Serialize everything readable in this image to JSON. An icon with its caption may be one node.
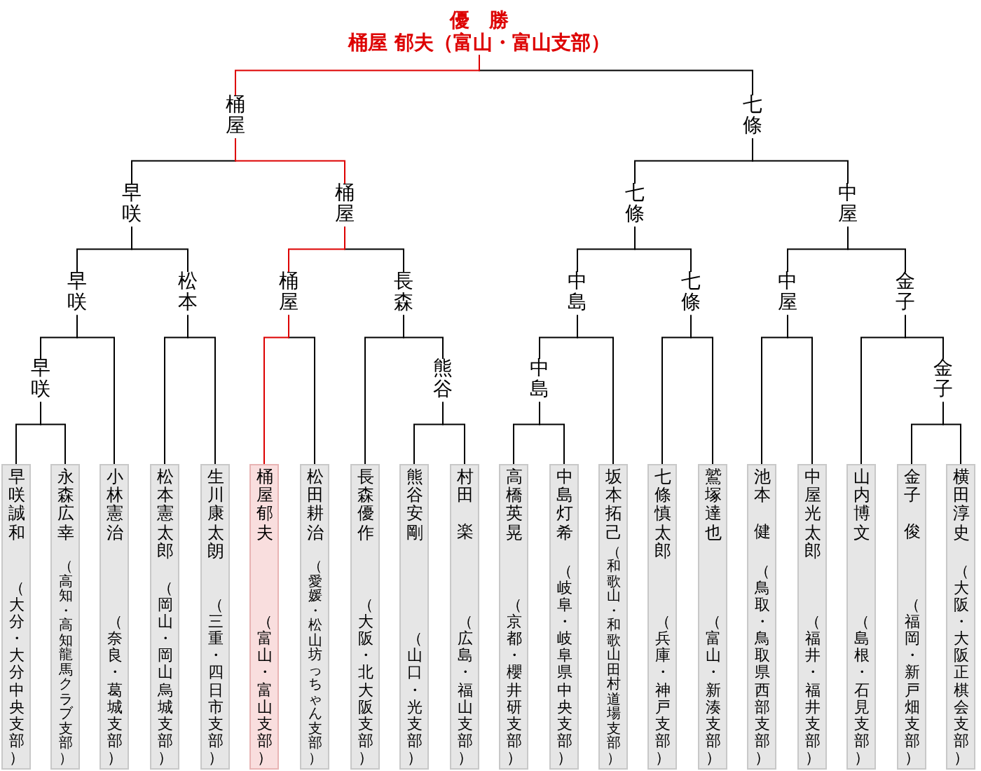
{
  "diagram": {
    "nodes": [
      {
        "text": [
          "優　勝",
          "桶屋 郁夫（富山・富山支部）"
        ]
      },
      {
        "text": [
          "桶屋"
        ]
      },
      {
        "text": [
          "七條"
        ]
      },
      {
        "text": [
          "早咲"
        ]
      },
      {
        "text": [
          "桶屋"
        ]
      },
      {
        "text": [
          "七條"
        ]
      },
      {
        "text": [
          "中屋"
        ]
      },
      {
        "text": [
          "早咲"
        ]
      },
      {
        "text": [
          "松本"
        ]
      },
      {
        "text": [
          "桶屋"
        ]
      },
      {
        "text": [
          "長森"
        ]
      },
      {
        "text": [
          "中島"
        ]
      },
      {
        "text": [
          "七條"
        ]
      },
      {
        "text": [
          "中屋"
        ]
      },
      {
        "text": [
          "金子"
        ]
      },
      {
        "text": [
          "早咲"
        ]
      },
      {
        "text": [
          "熊谷"
        ]
      },
      {
        "text": [
          "中島"
        ]
      },
      {
        "text": [
          "金子"
        ]
      },
      {
        "text": [
          "早咲誠和",
          "（大分・大分中央支部）"
        ]
      },
      {
        "text": [
          "永森広幸",
          "（高知・高知龍馬クラブ支部）"
        ]
      },
      {
        "text": [
          "小林憲治",
          "（奈良・葛城支部）"
        ]
      },
      {
        "text": [
          "松本憲太郎",
          "（岡山・岡山烏城支部）"
        ]
      },
      {
        "text": [
          "生川康太朗",
          "（三重・四日市支部）"
        ]
      },
      {
        "text": [
          "桶屋郁夫",
          "（富山・富山支部）"
        ]
      },
      {
        "text": [
          "松田耕治",
          "（愛媛・松山坊っちゃん支部）"
        ]
      },
      {
        "text": [
          "長森優作",
          "（大阪・北大阪支部）"
        ]
      },
      {
        "text": [
          "熊谷安剛",
          "（山口・光支部）"
        ]
      },
      {
        "text": [
          "村田",
          "楽",
          "（広島・福山支部）"
        ]
      },
      {
        "text": [
          "高橋英晃",
          "（京都・櫻井研支部）"
        ]
      },
      {
        "text": [
          "中島灯希",
          "（岐阜・岐阜県中央支部）"
        ]
      },
      {
        "text": [
          "坂本拓己",
          "（和歌山・和歌山田村道場支部）"
        ]
      },
      {
        "text": [
          "七條慎太郎",
          "（兵庫・神戸支部）"
        ]
      },
      {
        "text": [
          "鷲塚達也",
          "（富山・新湊支部）"
        ]
      },
      {
        "text": [
          "池本",
          "健",
          "（鳥取・鳥取県西部支部）"
        ]
      },
      {
        "text": [
          "中屋光太郎",
          "（福井・福井支部）"
        ]
      },
      {
        "text": [
          "山内博文",
          "（島根・石見支部）"
        ]
      },
      {
        "text": [
          "金子",
          "俊",
          "（福岡・新戸畑支部）"
        ]
      },
      {
        "text": [
          "横田淳史",
          "（大阪・大阪正棋会支部）"
        ]
      }
    ],
    "edges": [
      {
        "from": 0,
        "to": 1,
        "arrow": "none",
        "color": "#dd0000"
      },
      {
        "from": 0,
        "to": 2,
        "arrow": "none"
      },
      {
        "from": 1,
        "to": 3,
        "arrow": "none"
      },
      {
        "from": 1,
        "to": 4,
        "arrow": "none",
        "color": "#dd0000"
      },
      {
        "from": 3,
        "to": 7,
        "arrow": "none"
      },
      {
        "from": 3,
        "to": 8,
        "arrow": "none"
      },
      {
        "from": 7,
        "to": 15,
        "arrow": "none"
      },
      {
        "from": 7,
        "to": 21,
        "arrow": "none"
      },
      {
        "from": 15,
        "to": 19,
        "arrow": "none"
      },
      {
        "from": 15,
        "to": 20,
        "arrow": "none"
      },
      {
        "from": 8,
        "to": 22,
        "arrow": "none"
      },
      {
        "from": 8,
        "to": 23,
        "arrow": "none"
      },
      {
        "from": 4,
        "to": 9,
        "arrow": "none",
        "color": "#dd0000"
      },
      {
        "from": 4,
        "to": 10,
        "arrow": "none"
      },
      {
        "from": 9,
        "to": 24,
        "arrow": "none",
        "color": "#dd0000"
      },
      {
        "from": 9,
        "to": 25,
        "arrow": "none"
      },
      {
        "from": 10,
        "to": 26,
        "arrow": "none"
      },
      {
        "from": 10,
        "to": 16,
        "arrow": "none"
      },
      {
        "from": 16,
        "to": 27,
        "arrow": "none"
      },
      {
        "from": 16,
        "to": 28,
        "arrow": "none"
      },
      {
        "from": 2,
        "to": 5,
        "arrow": "none"
      },
      {
        "from": 2,
        "to": 6,
        "arrow": "none"
      },
      {
        "from": 5,
        "to": 11,
        "arrow": "none"
      },
      {
        "from": 5,
        "to": 12,
        "arrow": "none"
      },
      {
        "from": 11,
        "to": 17,
        "arrow": "none"
      },
      {
        "from": 11,
        "to": 31,
        "arrow": "none"
      },
      {
        "from": 17,
        "to": 29,
        "arrow": "none"
      },
      {
        "from": 17,
        "to": 30,
        "arrow": "none"
      },
      {
        "from": 12,
        "to": 32,
        "arrow": "none"
      },
      {
        "from": 12,
        "to": 33,
        "arrow": "none"
      },
      {
        "from": 6,
        "to": 13,
        "arrow": "none"
      },
      {
        "from": 6,
        "to": 14,
        "arrow": "none"
      },
      {
        "from": 13,
        "to": 34,
        "arrow": "none"
      },
      {
        "from": 13,
        "to": 35,
        "arrow": "none"
      },
      {
        "from": 14,
        "to": 36,
        "arrow": "none"
      },
      {
        "from": 14,
        "to": 18,
        "arrow": "none"
      },
      {
        "from": 18,
        "to": 37,
        "arrow": "none"
      },
      {
        "from": 18,
        "to": 38,
        "arrow": "none"
      }
    ]
  }
}
